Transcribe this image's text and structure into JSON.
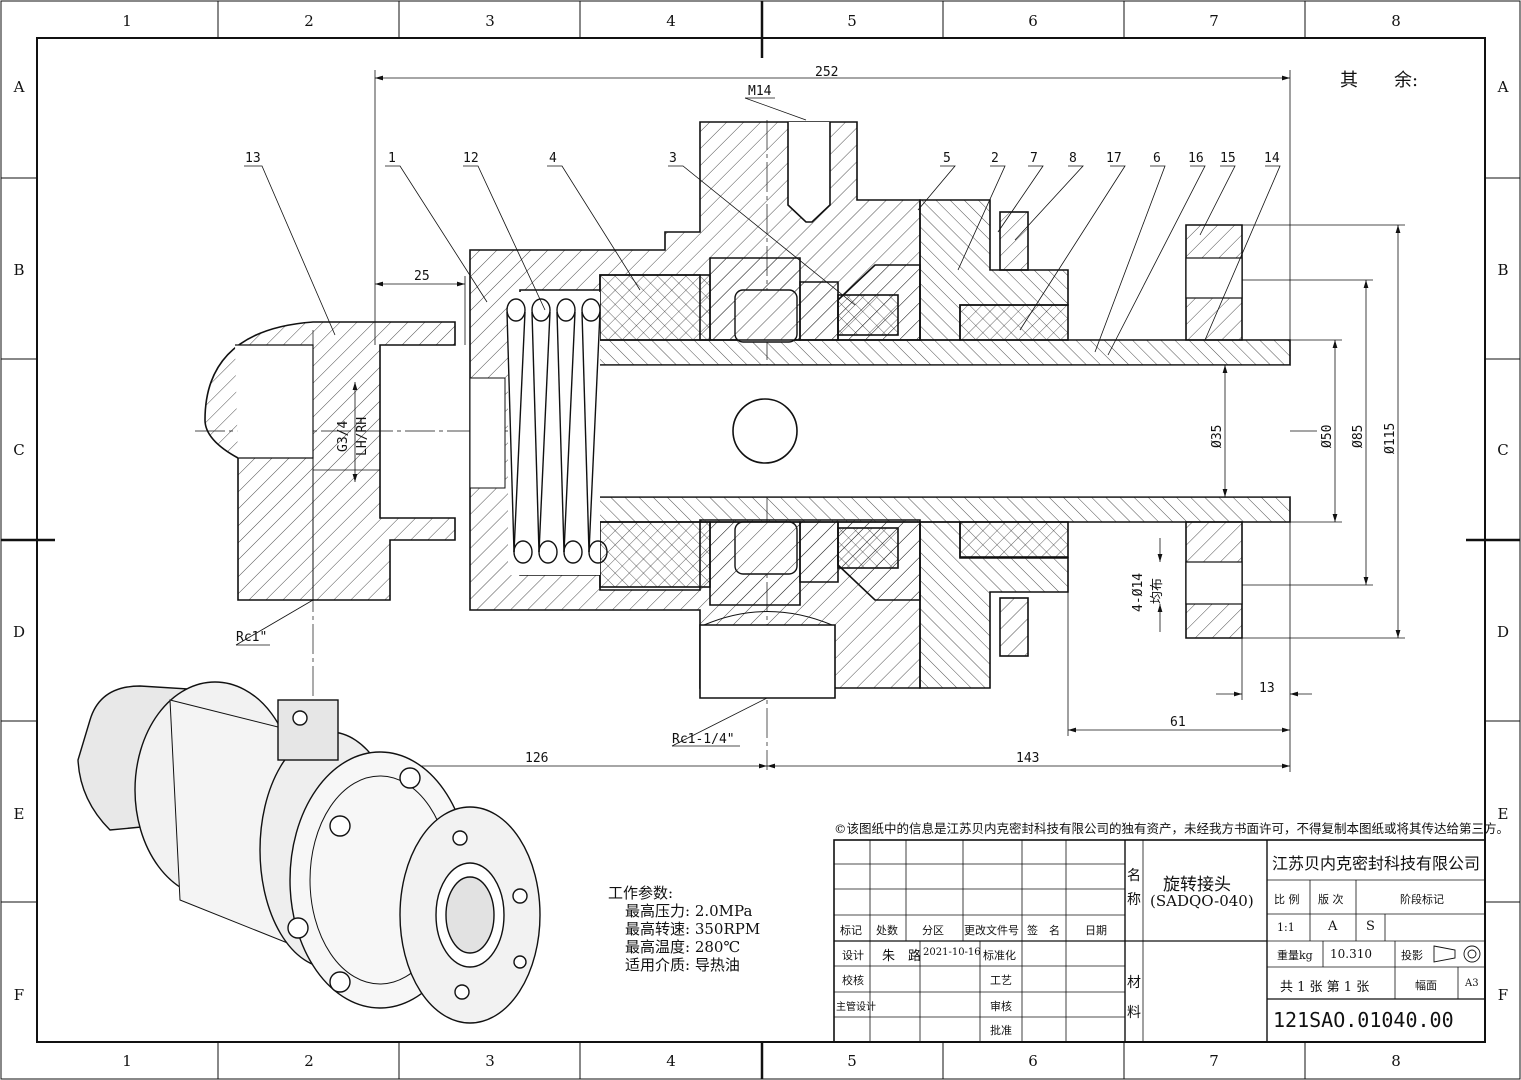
{
  "frame": {
    "columns": [
      "1",
      "2",
      "3",
      "4",
      "5",
      "6",
      "7",
      "8"
    ],
    "rows": [
      "A",
      "B",
      "C",
      "D",
      "E",
      "F"
    ]
  },
  "remainder_note": "其　　余:",
  "dimensions": {
    "total_length": "252",
    "thread_port": "M14",
    "offset_25": "25",
    "pipe_thread": "G3/4",
    "pipe_thread_dir": "LH/RH",
    "inlet_thread": "Rc1\"",
    "outlet_thread": "Rc1-1/4\"",
    "len_126": "126",
    "len_143": "143",
    "len_61": "61",
    "len_13": "13",
    "dia_35": "Ø35",
    "dia_50": "Ø50",
    "dia_85": "Ø85",
    "dia_115": "Ø115",
    "holes": "4-Ø14",
    "holes_note": "均布"
  },
  "balloons": [
    "13",
    "1",
    "12",
    "4",
    "3",
    "5",
    "2",
    "7",
    "8",
    "17",
    "6",
    "16",
    "15",
    "14"
  ],
  "params": {
    "title": "工作参数:",
    "pressure": "最高压力: 2.0MPa",
    "speed": "最高转速: 350RPM",
    "temperature": "最高温度: 280℃",
    "medium": "适用介质: 导热油"
  },
  "notice": "©该图纸中的信息是江苏贝内克密封科技有限公司的独有资产，未经我方书面许可，不得复制本图纸或将其传达给第三方。",
  "title_block": {
    "rev_headers": [
      "标记",
      "处数",
      "分区",
      "更改文件号",
      "签　名",
      "日期"
    ],
    "design_label": "设计",
    "designer": "朱　路",
    "design_date": "2021-10-16",
    "standardize": "标准化",
    "check": "校核",
    "process": "工艺",
    "chief_design": "主管设计",
    "review": "审核",
    "approve": "批准",
    "name_label": "名称",
    "part_name": "旋转接头",
    "part_model": "(SADQO-040)",
    "material_label": "材料",
    "company": "江苏贝内克密封科技有限公司",
    "scale_label": "比 例",
    "version_label": "版 次",
    "stage_label": "阶段标记",
    "scale": "1:1",
    "version": "A",
    "stage": "S",
    "weight_label": "重量kg",
    "weight": "10.310",
    "projection_label": "投影",
    "sheets": "共 1 张  第 1 张",
    "format_label": "幅面",
    "format": "A3",
    "drawing_no": "121SAO.01040.00"
  }
}
